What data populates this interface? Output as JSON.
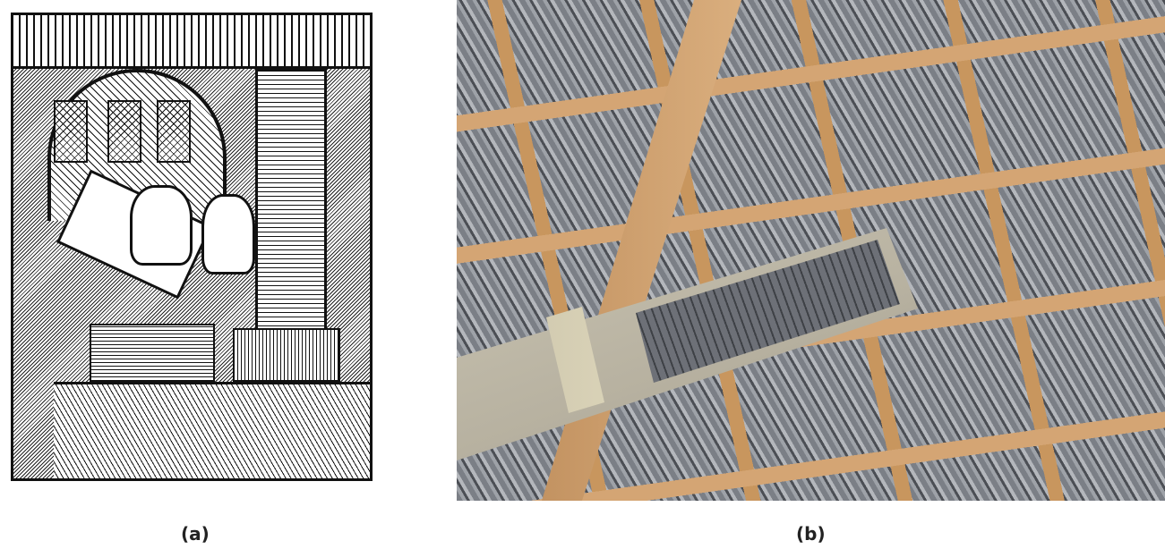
{
  "figure": {
    "panels": [
      {
        "label": "(a)",
        "content": "woodcut-printing-press"
      },
      {
        "label": "(b)",
        "content": "movable-type-case-photo"
      }
    ]
  }
}
